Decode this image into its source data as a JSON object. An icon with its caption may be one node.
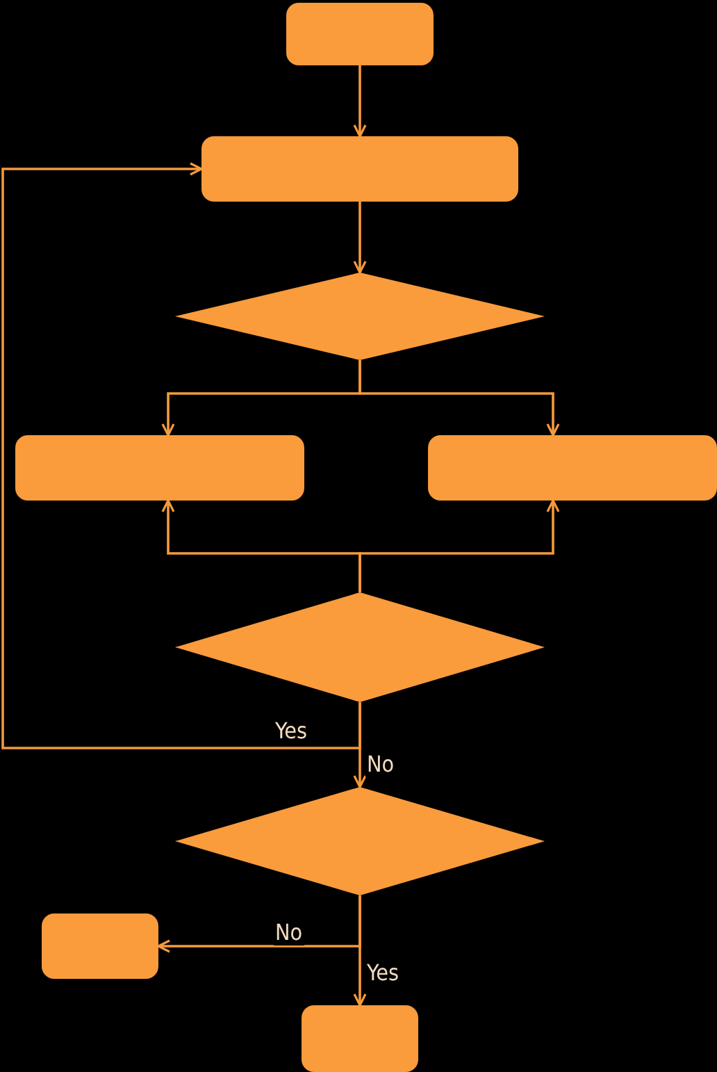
{
  "diagram": {
    "nodes": [
      {
        "text": [],
        "shape": "box"
      },
      {
        "text": [],
        "shape": "box"
      },
      {
        "text": [],
        "shape": "diamond"
      },
      {
        "text": [],
        "shape": "box"
      },
      {
        "text": [],
        "shape": "box"
      },
      {
        "text": [],
        "shape": "diamond"
      },
      {
        "text": [],
        "shape": "diamond"
      },
      {
        "text": [],
        "shape": "box"
      },
      {
        "text": [],
        "shape": "box"
      }
    ],
    "edges": [
      {
        "from": 0,
        "to": 1,
        "arrow": "to"
      },
      {
        "from": 1,
        "to": 2,
        "arrow": "to"
      },
      {
        "from": 2,
        "to": 3,
        "arrow": "to"
      },
      {
        "from": 2,
        "to": 4,
        "arrow": "to"
      },
      {
        "from": 5,
        "to": 3,
        "arrow": "to"
      },
      {
        "from": 5,
        "to": 4,
        "arrow": "to"
      },
      {
        "from": 5,
        "to": 1,
        "arrow": "to",
        "label": "Yes"
      },
      {
        "from": 5,
        "to": 6,
        "arrow": "to",
        "label": "No"
      },
      {
        "from": 6,
        "to": 7,
        "arrow": "to",
        "label": "No"
      },
      {
        "from": 6,
        "to": 8,
        "arrow": "to",
        "label": "Yes"
      }
    ]
  }
}
